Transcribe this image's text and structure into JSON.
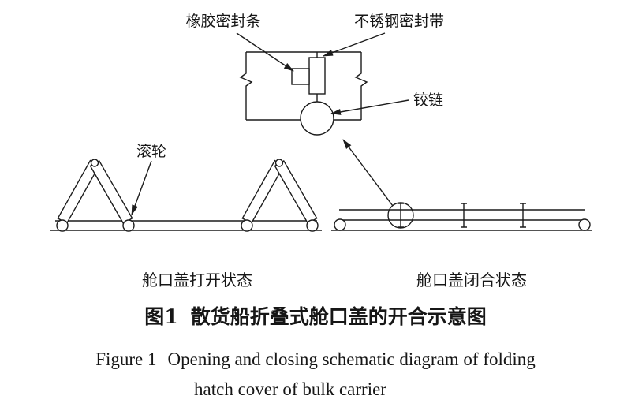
{
  "figure": {
    "labels": {
      "rubber_seal": "橡胶密封条",
      "steel_band": "不锈钢密封带",
      "hinge": "铰链",
      "roller": "滚轮"
    },
    "states": {
      "open": "舱口盖打开状态",
      "closed": "舱口盖闭合状态"
    },
    "caption": {
      "zh_prefix": "图1",
      "zh_title": "散货船折叠式舱口盖的开合示意图",
      "en_prefix": "Figure 1",
      "en_line1": "Opening and closing schematic diagram of folding",
      "en_line2": "hatch cover of bulk carrier"
    },
    "colors": {
      "ink": "#1c1c1c",
      "background": "#ffffff"
    }
  }
}
